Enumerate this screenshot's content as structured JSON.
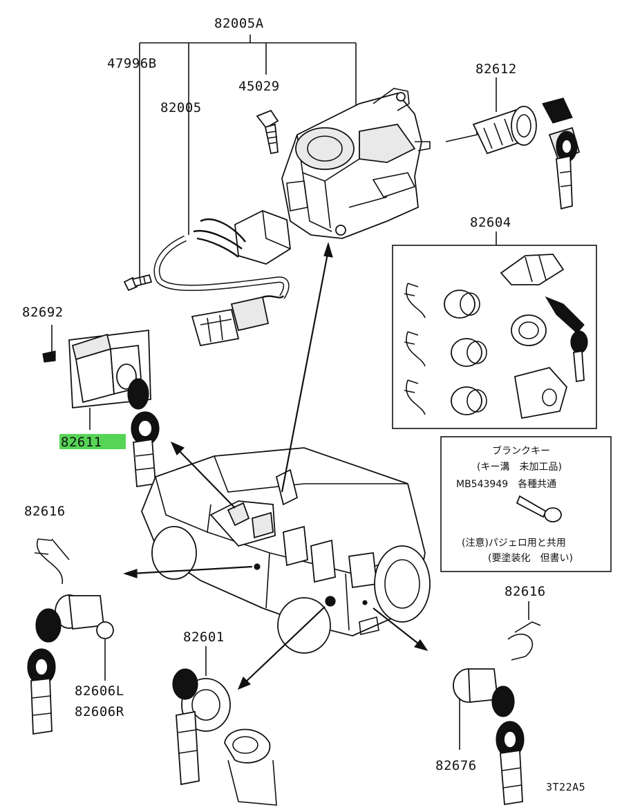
{
  "parts": {
    "p82005A": "82005A",
    "p47996B": "47996B",
    "p82005": "82005",
    "p45029": "45029",
    "p82612": "82612",
    "p82604": "82604",
    "p82692": "82692",
    "p82611": "82611",
    "p82616_left": "82616",
    "p82616_right": "82616",
    "p82601": "82601",
    "p82606L": "82606L",
    "p82606R": "82606R",
    "p82676": "82676"
  },
  "note": {
    "line1": "ブランクキー",
    "line2": "(キー溝　未加工品)",
    "line3": "MB543949　各種共通",
    "line4": "(注意)パジェロ用と共用",
    "line5": "(要塗装化　但書い)"
  },
  "figure_code": "3T22A5",
  "colors": {
    "highlight": "#56d456",
    "line": "#111111"
  }
}
